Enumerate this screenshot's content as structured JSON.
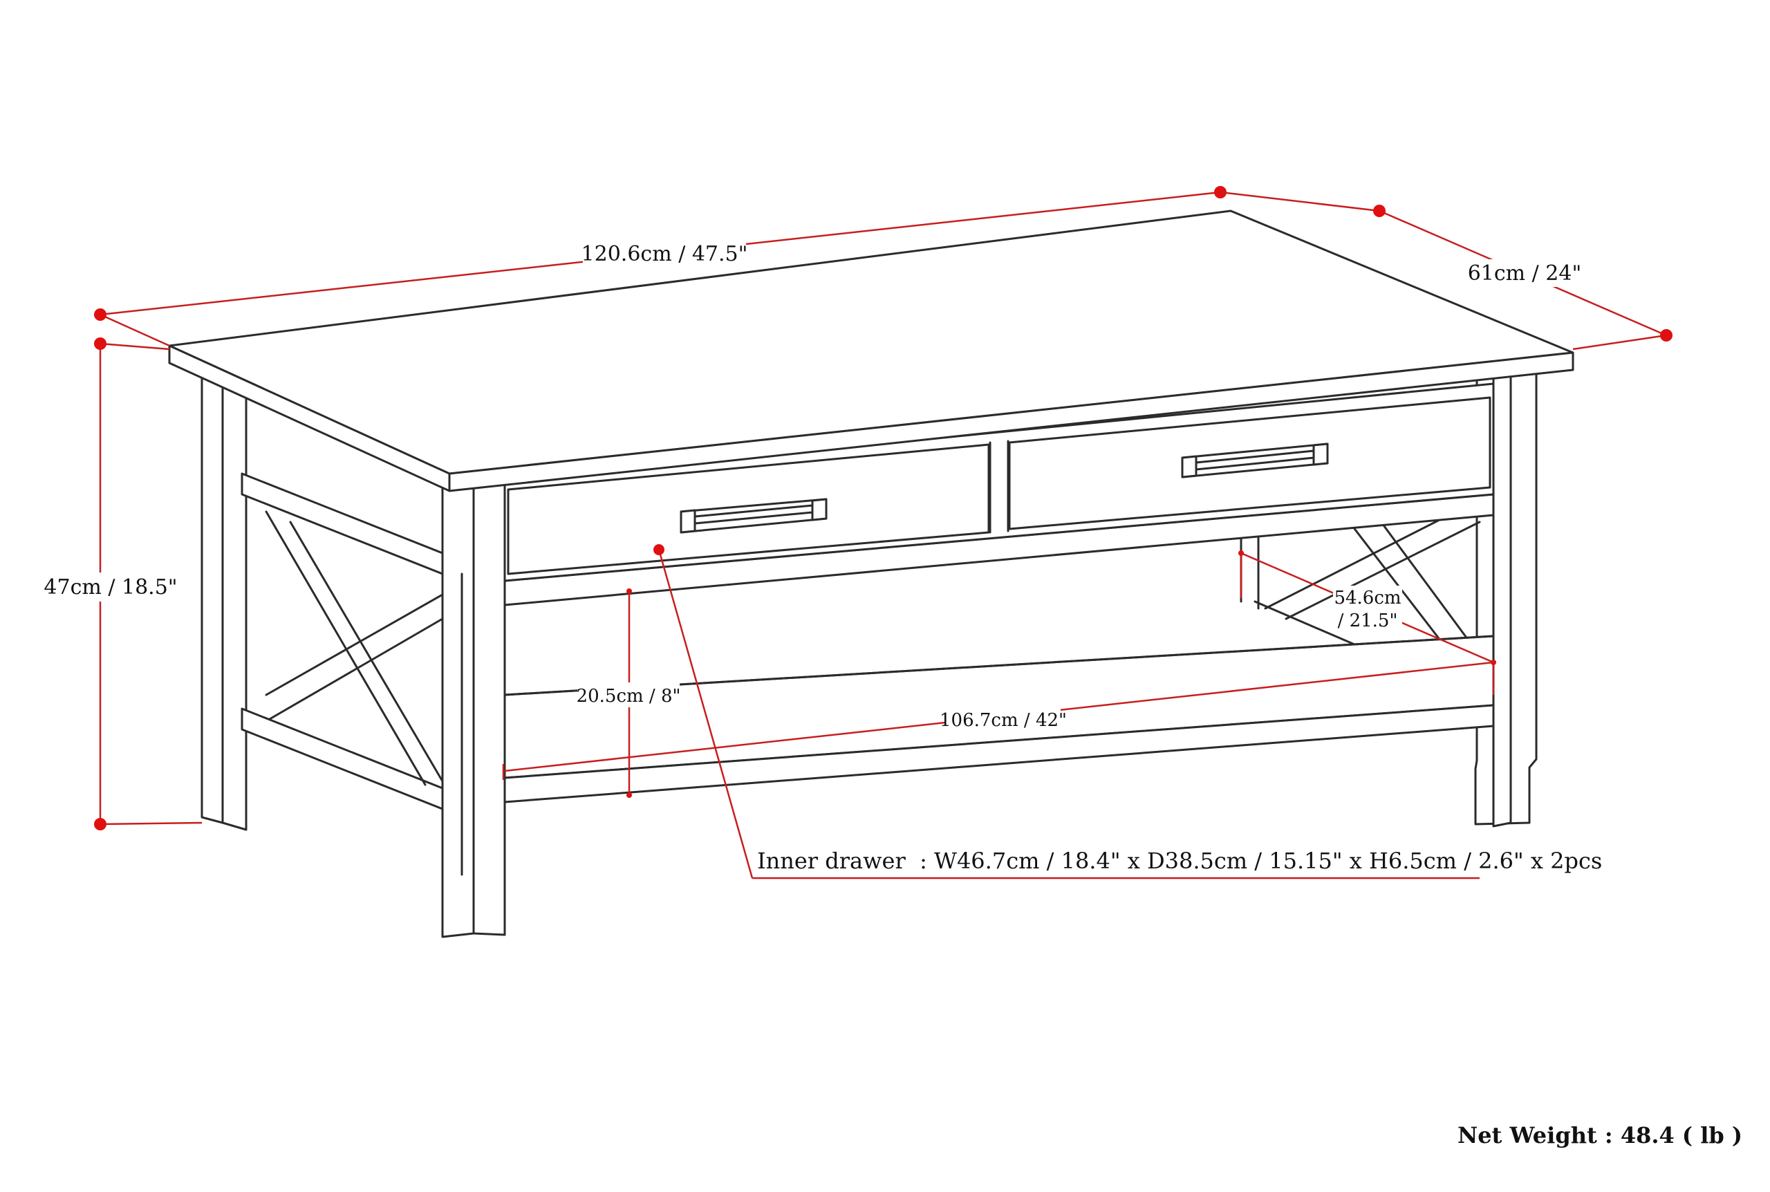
{
  "dimensions": {
    "width": "120.6cm / 47.5\"",
    "depth": "61cm / 24\"",
    "height": "47cm / 18.5\"",
    "shelf_clearance": "20.5cm / 8\"",
    "shelf_width": "106.7cm / 42\"",
    "shelf_depth_line1": "54.6cm",
    "shelf_depth_line2": "/ 21.5\""
  },
  "inner_drawer": "Inner drawer  : W46.7cm / 18.4\" x D38.5cm / 15.15\" x H6.5cm / 2.6\" x 2pcs",
  "net_weight": "Net Weight : 48.4 ( lb )",
  "colors": {
    "dimension_line": "#c81e1e",
    "marker": "#e01010",
    "outline": "#2b2b2b",
    "background": "#ffffff"
  }
}
